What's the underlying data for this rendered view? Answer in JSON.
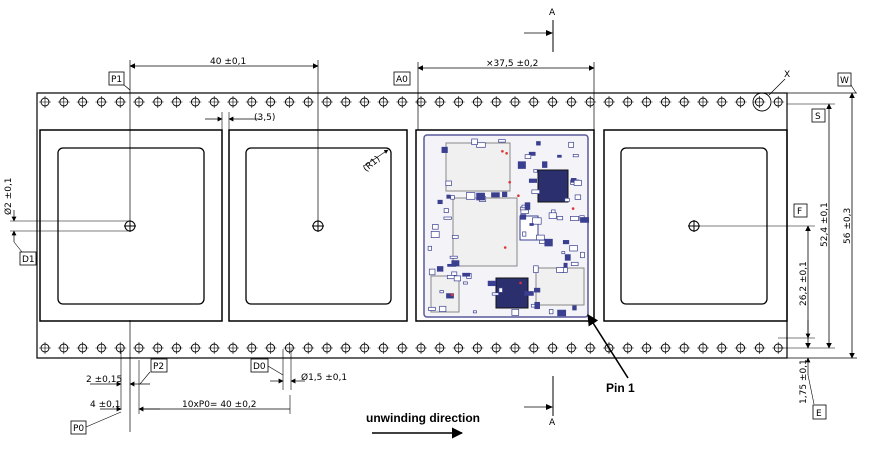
{
  "section": {
    "label": "A"
  },
  "references": {
    "P1": "P1",
    "A0": "A0",
    "X": "X",
    "W": "W",
    "S": "S",
    "F": "F",
    "D1": "D1",
    "P2": "P2",
    "D0": "D0",
    "P0": "P0",
    "E": "E"
  },
  "dimensions": {
    "pitch_p1": "40 ±0,1",
    "pocket_a0": "×37,5 ±0,2",
    "gap": "(3,5)",
    "radius": "(R1)",
    "hole_d1": "Ø2 ±0,1",
    "f_value": "26,2 ±0,1",
    "s_value": "52,4 ±0,1",
    "w_value": "56 ±0,3",
    "e_value": "1,75 ±0,1",
    "p2_value": "2 ±0,15",
    "d0_value": "Ø1,5 ±0,1",
    "p0_value": "4 ±0,1",
    "ten_p0": "10xP0= 40 ±0,2"
  },
  "labels": {
    "pin1": "Pin 1",
    "unwinding": "unwinding direction"
  },
  "colors": {
    "pcb_blue": "#3a3f8f",
    "pcb_outline": "#5a5a9a"
  }
}
